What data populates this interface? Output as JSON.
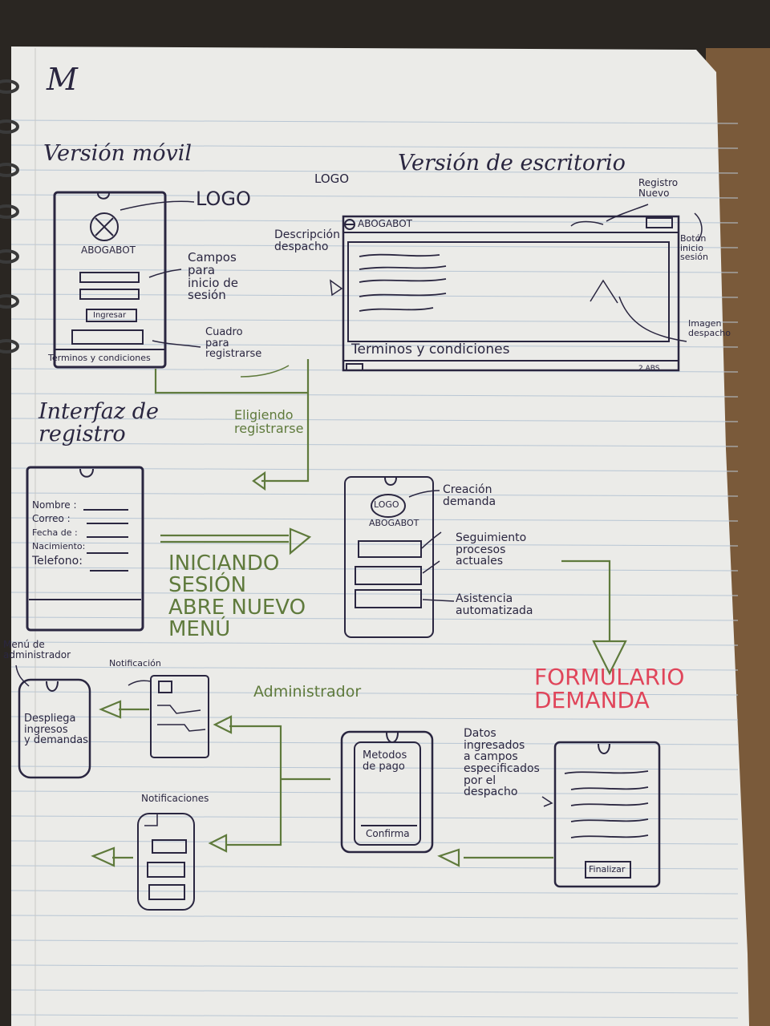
{
  "colors": {
    "paper": "#ebebe8",
    "rule_line": "#b8c6d4",
    "ink": "#2a2640",
    "green_ink": "#5f7a3c",
    "red_ink": "#e0455a"
  },
  "header": {
    "corner_mark": "M"
  },
  "titles": {
    "mobile": "Versión móvil",
    "desktop": "Versión de escritorio",
    "register_interface": "Interfaz de\nregistro"
  },
  "mobile_login": {
    "logo_callout": "LOGO",
    "brand": "ABOGABOT",
    "login_button": "Ingresar",
    "footer_text": "Terminos y condiciones",
    "fields_callout": "Campos\npara\ninicio de\nsesión",
    "register_box_callout": "Cuadro\npara\nregistrarse"
  },
  "desktop": {
    "logo_callout": "LOGO",
    "brand": "ABOGABOT",
    "description_callout": "Descripción\ndespacho",
    "new_register_callout": "Registro\nNuevo",
    "login_button_callout": "Botón\ninicio\nsesión",
    "image_callout": "Imagen\ndespacho",
    "footer_text": "Terminos y condiciones",
    "corner_text": "2 ABS"
  },
  "flow": {
    "choose_register": "Eligiendo\nregistrarse",
    "login_opens_menu": "INICIANDO\nSESIÓN\nABRE NUEVO\nMENÚ"
  },
  "register_form": {
    "fields": [
      "Nombre :",
      "Correo :",
      "Fecha de :",
      "Nacimiento:",
      "Telefono:"
    ]
  },
  "main_menu": {
    "logo_text": "LOGO",
    "brand": "ABOGABOT",
    "callouts": [
      "Creación\ndemanda",
      "Seguimiento\nprocesos\nactuales",
      "Asistencia\nautomatizada"
    ]
  },
  "demand_form": {
    "title": "FORMULARIO\nDEMANDA",
    "data_callout": "Datos\ningresados\na campos\nespecificados\npor el\ndespacho",
    "finish_button": "Finalizar"
  },
  "payment": {
    "title": "Metodos\nde pago",
    "confirm_button": "Confirma"
  },
  "admin": {
    "section_label": "Administrador",
    "menu_label": "Menú de\nadministrador",
    "menu_body": "Despliega\ningresos\ny demandas",
    "notification_label": "Notificación",
    "notifications_label": "Notificaciones"
  }
}
